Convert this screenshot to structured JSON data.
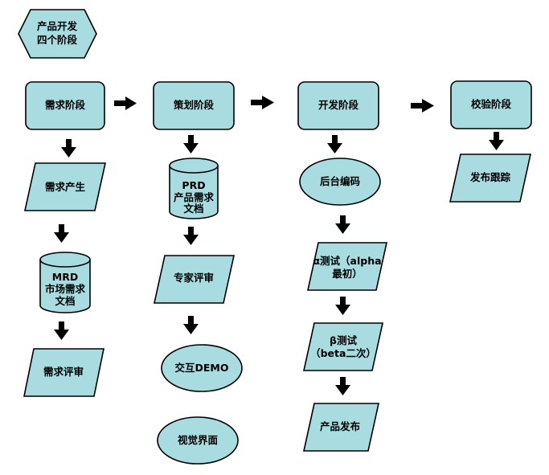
{
  "colors": {
    "fill": "#a8dce1",
    "stroke": "#000000",
    "arrow": "#000000",
    "background": "#ffffff"
  },
  "nodes": {
    "title": {
      "line1": "产品开发",
      "line2": "四个阶段"
    },
    "stages": {
      "requirements": "需求阶段",
      "planning": "策划阶段",
      "development": "开发阶段",
      "verification": "校验阶段"
    },
    "requirements_col": {
      "generate": "需求产生",
      "mrd_line1": "MRD",
      "mrd_line2": "市场需求",
      "mrd_line3": "文档",
      "review": "需求评审"
    },
    "planning_col": {
      "prd_line1": "PRD",
      "prd_line2": "产品需求",
      "prd_line3": "文档",
      "expert_review": "专家评审",
      "demo": "交互DEMO",
      "visual": "视觉界面"
    },
    "development_col": {
      "backend": "后台编码",
      "alpha_line1": "α测试（alpha",
      "alpha_line2": "最初）",
      "beta_line1": "β测试",
      "beta_line2": "（beta二次）",
      "release": "产品发布"
    },
    "verification_col": {
      "tracking": "发布跟踪"
    }
  }
}
